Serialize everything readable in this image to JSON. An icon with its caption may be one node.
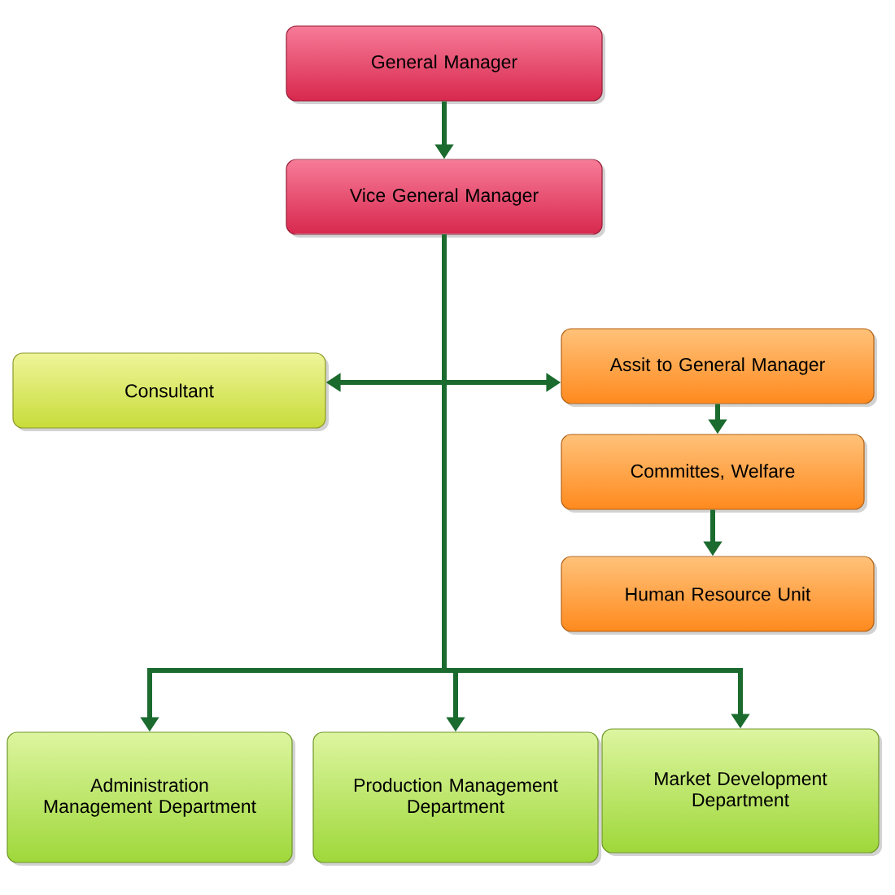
{
  "diagram": {
    "nodes": [
      {
        "text": [
          "General Manager"
        ]
      },
      {
        "text": [
          "Vice General Manager"
        ]
      },
      {
        "text": [
          "Consultant"
        ]
      },
      {
        "text": [
          "Assit to General Manager"
        ]
      },
      {
        "text": [
          "Committes, Welfare"
        ]
      },
      {
        "text": [
          "Human Resource Unit"
        ]
      },
      {
        "text": [
          "Administration Management Department"
        ]
      },
      {
        "text": [
          "Production Management Department"
        ]
      },
      {
        "text": [
          "Market Development Department"
        ]
      }
    ],
    "edges": [
      {
        "from": 0,
        "to": 1,
        "arrow": "to"
      },
      {
        "from": 1,
        "to": 2,
        "arrow": "to"
      },
      {
        "from": 1,
        "to": 3,
        "arrow": "to"
      },
      {
        "from": 3,
        "to": 4,
        "arrow": "to"
      },
      {
        "from": 4,
        "to": 5,
        "arrow": "to"
      },
      {
        "from": 1,
        "to": 6,
        "arrow": "to"
      },
      {
        "from": 1,
        "to": 7,
        "arrow": "to"
      },
      {
        "from": 1,
        "to": 8,
        "arrow": "to"
      }
    ]
  }
}
